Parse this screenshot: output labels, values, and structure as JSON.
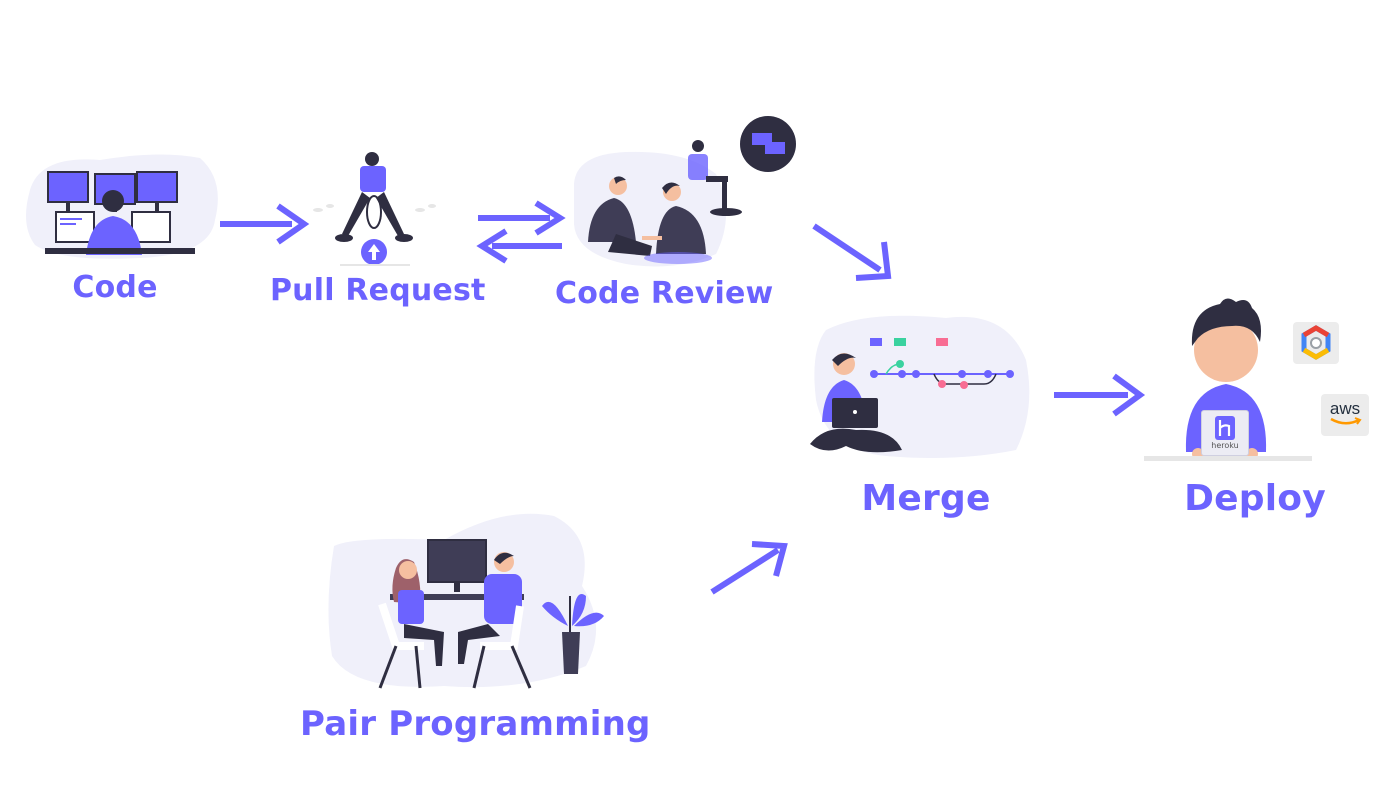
{
  "steps": {
    "code": "Code",
    "pull_request": "Pull Request",
    "code_review": "Code Review",
    "merge": "Merge",
    "deploy": "Deploy",
    "pair_programming": "Pair Programming"
  },
  "deploy_badges": {
    "aws": "aws",
    "heroku": "heroku"
  },
  "colors": {
    "accent": "#6c63ff",
    "dark": "#2f2e41",
    "blob": "#f0f0fa",
    "skin": "#f5bfa0",
    "green": "#3ad29f",
    "pink": "#f86d93"
  },
  "icons": [
    "monitor-icon",
    "merge-request-icon",
    "chat-bubbles-icon",
    "git-branch-icon",
    "google-cloud-icon",
    "aws-icon",
    "heroku-icon",
    "plant-icon",
    "arrow-right-icon",
    "arrow-left-icon",
    "arrow-diagonal-icon"
  ]
}
